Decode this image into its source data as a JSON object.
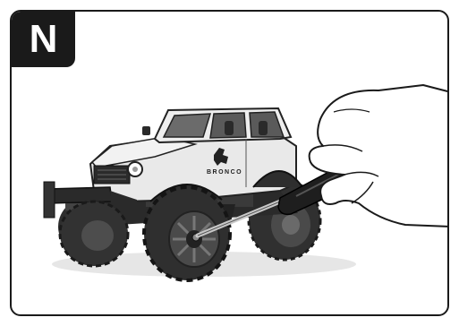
{
  "step": {
    "label": "N"
  },
  "illustration": {
    "vehicle_decal": "BRONCO",
    "icons": [
      "rc-truck-illustration",
      "hand-with-screwdriver-illustration",
      "horse-emblem-icon"
    ]
  },
  "colors": {
    "badge_background": "#1a1a1a",
    "badge_text": "#ffffff",
    "border": "#1a1a1a",
    "truck_body": "#e9e9e9",
    "tire": "#3a3a3a"
  }
}
